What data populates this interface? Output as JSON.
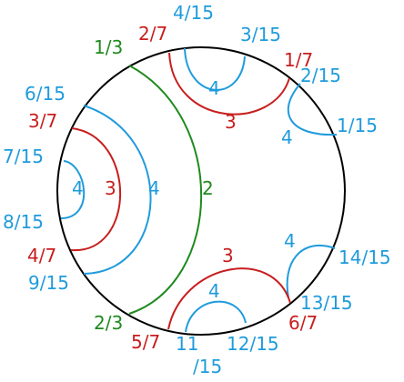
{
  "colors": {
    "boundary": "#000000",
    "blue": "#1f9bdc",
    "red": "#c81e1e",
    "green": "#1e8a1e"
  },
  "labels": {
    "l_4_15": "4/15",
    "l_3_15": "3/15",
    "l_2_7": "2/7",
    "l_1_3": "1/3",
    "l_1_7": "1/7",
    "l_2_15": "2/15",
    "l_6_15": "6/15",
    "l_1_15": "1/15",
    "l_3_7": "3/7",
    "l_7_15": "7/15",
    "l_8_15": "8/15",
    "l_4_7": "4/7",
    "l_9_15": "9/15",
    "l_14_15": "14/15",
    "l_13_15": "13/15",
    "l_2_3": "2/3",
    "l_6_7": "6/7",
    "l_5_7": "5/7",
    "l_11_15": "11/15",
    "l_12_15": "12/15"
  },
  "arc_periods": {
    "p_top_blue": "4",
    "p_top_red": "3",
    "p_right_blue": "4",
    "p_left_blue_small": "4",
    "p_left_red": "3",
    "p_left_blue_big": "4",
    "p_green": "2",
    "p_br_blue": "4",
    "p_bottom_red": "3",
    "p_bottom_blue": "4"
  }
}
